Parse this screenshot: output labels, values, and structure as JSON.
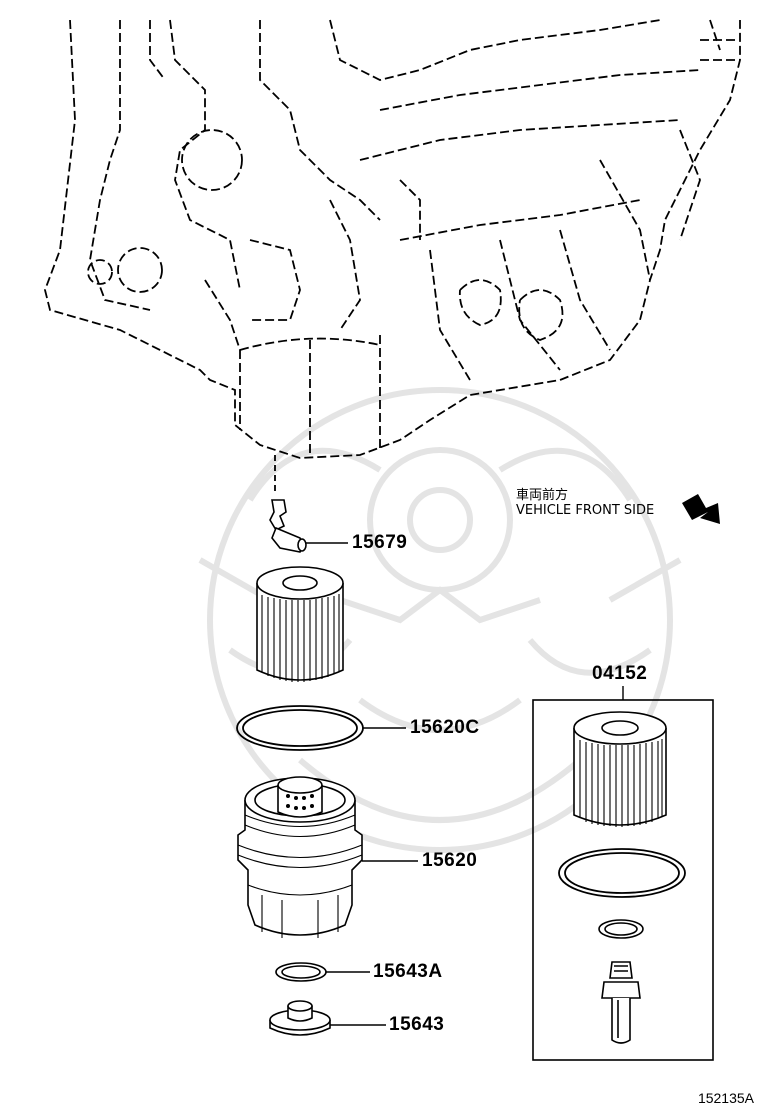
{
  "direction_note": {
    "japanese": "車両前方",
    "english": "VEHICLE FRONT SIDE"
  },
  "parts": [
    {
      "id": "15679"
    },
    {
      "id": "15620C"
    },
    {
      "id": "15620"
    },
    {
      "id": "15643A"
    },
    {
      "id": "15643"
    },
    {
      "id": "04152"
    }
  ],
  "figure_number": "152135A",
  "colors": {
    "line": "#000000",
    "watermark": "#e6e6e6",
    "background": "#ffffff"
  }
}
